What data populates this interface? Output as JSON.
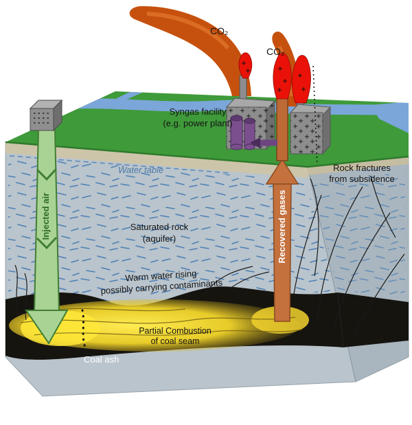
{
  "labels": {
    "co2_left": "CO₂",
    "co2_right": "CO₂",
    "syngas_facility": [
      "Syngas facility",
      "(e.g. power plant)"
    ],
    "water_table": "Water table",
    "injected_air": "Injected air",
    "recovered_gases": "Recovered gases",
    "saturated_rock": [
      "Saturated rock",
      "(aquifer)"
    ],
    "rock_fractures": [
      "Rock fractures",
      "from subsidence"
    ],
    "warm_water": [
      "Warm water rising",
      "possibly carrying contaminants"
    ],
    "partial_combustion": [
      "Partial Combustion",
      "of coal seam"
    ],
    "coal_ash": "Coal ash"
  },
  "colors": {
    "grass": "#3f9a3a",
    "river": "#7ba6d9",
    "soil": "#cdc5a9",
    "rock_front": "#b9c4cc",
    "rock_right": "#a9b6bf",
    "aquifer_dash": "#4d7fb5",
    "coal": "#16140f",
    "combustion_glow": "#f6dd2d",
    "smoke": "#c6510e",
    "flame": "#ea1208",
    "building": "#8d8d8d",
    "tank": "#7b4f8e",
    "pipe": "#6d4580",
    "stack": "#bd6a36",
    "injected_air_arrow": "#a9d395",
    "injected_air_outline": "#417e33",
    "recovered_gases_arrow": "#c4713d",
    "water_table_text": "#4a7aa8",
    "injected_air_text": "#2d6b26"
  }
}
